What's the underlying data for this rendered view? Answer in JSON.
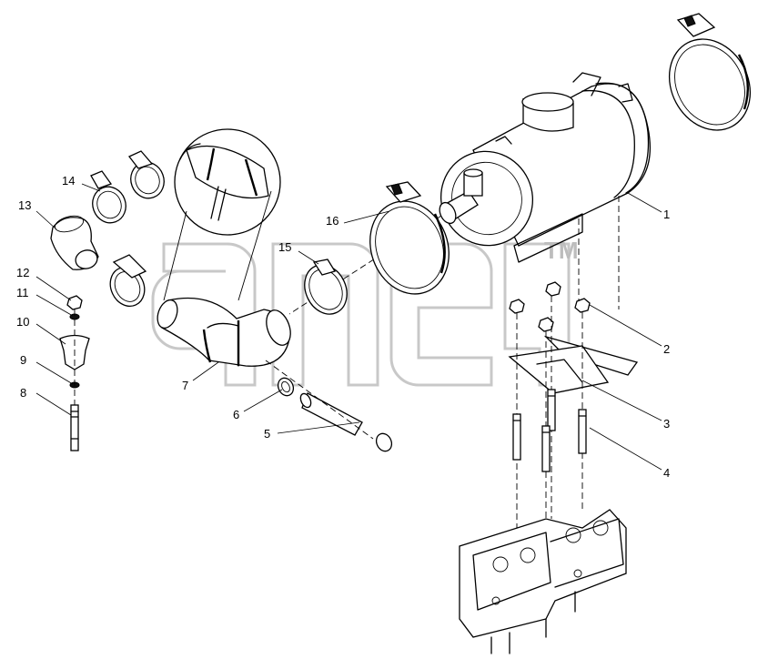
{
  "watermark": {
    "trademark": "TM"
  },
  "callouts": [
    {
      "id": "c1",
      "label": "1"
    },
    {
      "id": "c2",
      "label": "2"
    },
    {
      "id": "c3",
      "label": "3"
    },
    {
      "id": "c4",
      "label": "4"
    },
    {
      "id": "c5",
      "label": "5"
    },
    {
      "id": "c6",
      "label": "6"
    },
    {
      "id": "c7",
      "label": "7"
    },
    {
      "id": "c8",
      "label": "8"
    },
    {
      "id": "c9",
      "label": "9"
    },
    {
      "id": "c10",
      "label": "10"
    },
    {
      "id": "c11",
      "label": "11"
    },
    {
      "id": "c12",
      "label": "12"
    },
    {
      "id": "c13",
      "label": "13"
    },
    {
      "id": "c14",
      "label": "14"
    },
    {
      "id": "c15",
      "label": "15"
    },
    {
      "id": "c16",
      "label": "16"
    }
  ]
}
